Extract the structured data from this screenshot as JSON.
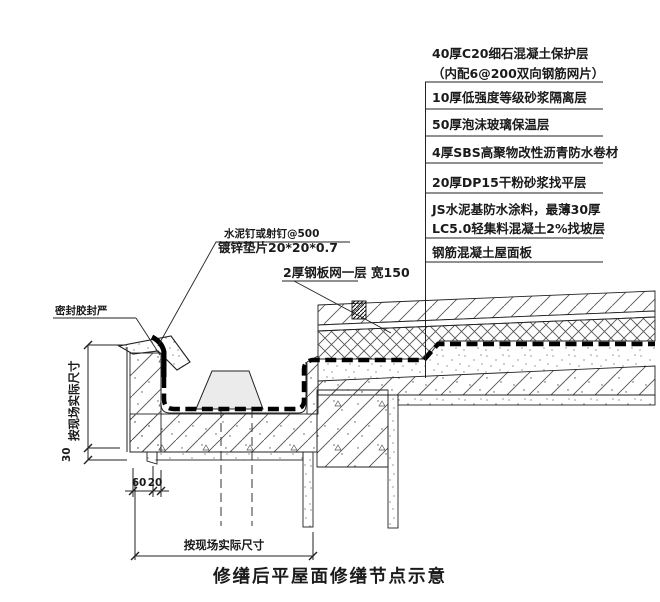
{
  "title": "修缮后平屋面修缮节点示意",
  "layer_callouts": [
    {
      "line1": "40厚C20细石混凝土保护层",
      "line2": "（内配6@200双向钢筋网片）"
    },
    {
      "line1": "10厚低强度等级砂浆隔离层",
      "line2": ""
    },
    {
      "line1": "50厚泡沫玻璃保温层",
      "line2": ""
    },
    {
      "line1": "4厚SBS高聚物改性沥青防水卷材",
      "line2": ""
    },
    {
      "line1": "20厚DP15干粉砂浆找平层",
      "line2": ""
    },
    {
      "line1": "JS水泥基防水涂料，最薄30厚",
      "line2": "LC5.0轻集料混凝土2%找坡层"
    },
    {
      "line1": "钢筋混凝土屋面板",
      "line2": ""
    }
  ],
  "annotations": {
    "nail_line1": "水泥钉或射钉@500",
    "nail_line2": "镀锌垫片20*20*0.7",
    "steel_mesh": "2厚钢板网一层 宽150",
    "sealant": "密封胶封严"
  },
  "dimensions": {
    "left_height": "按现场实际尺寸",
    "left_lip": "30",
    "bottom_small_1": "60",
    "bottom_small_2": "20",
    "bottom_width": "按现场实际尺寸"
  },
  "colors": {
    "line": "#1f1f1f",
    "hatch": "#555555",
    "membrane": "#000000",
    "pad_fill": "#ebebeb",
    "background": "#ffffff"
  }
}
